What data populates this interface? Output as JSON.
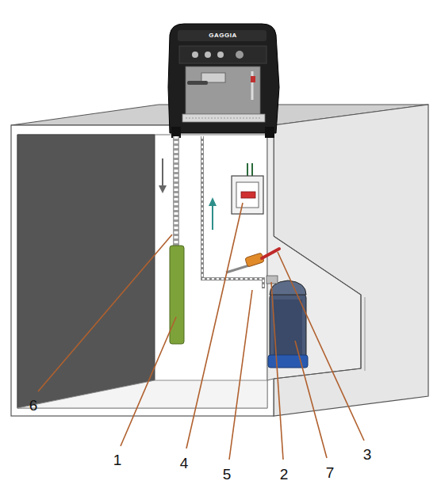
{
  "diagram": {
    "labels": [
      "6",
      "1",
      "4",
      "5",
      "2",
      "7",
      "3",
      "GAGGIA"
    ]
  }
}
